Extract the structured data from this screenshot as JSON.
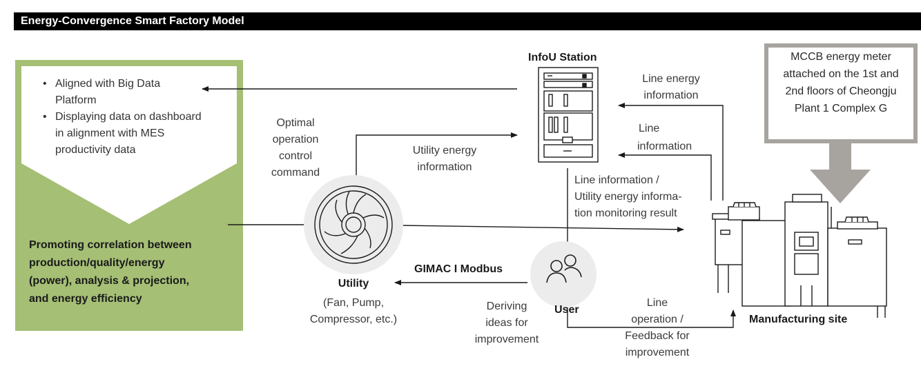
{
  "header": {
    "title": "Energy-Convergence Smart Factory Model"
  },
  "colors": {
    "accent_green": "#a5bf75",
    "frame_gray": "#a7a49f",
    "header_bg": "#000000"
  },
  "left_panel": {
    "bullets": [
      "Aligned with Big Data",
      "Platform",
      "Displaying data on dashboard",
      "in alignment with MES",
      "productivity data"
    ],
    "promo_lines": [
      "Promoting correlation between",
      "production/quality/energy",
      "(power), analysis & projection,",
      "and energy efficiency"
    ]
  },
  "labels": {
    "optimal_control": [
      "Optimal",
      "operation",
      "control",
      "command"
    ],
    "utility_energy": [
      "Utility energy",
      "information"
    ],
    "infou_station": "InfoU Station",
    "line_energy": [
      "Line energy",
      "information"
    ],
    "line_info": [
      "Line",
      "information"
    ],
    "monitoring": [
      "Line information /",
      "Utility energy informa-",
      "tion monitoring result"
    ],
    "meter": [
      "MCCB energy meter",
      "attached on the 1st and",
      "2nd floors of Cheongju",
      "Plant 1 Complex G"
    ],
    "protocol": "GIMAC I Modbus",
    "utility_title": "Utility",
    "utility_sub": [
      "(Fan, Pump,",
      "Compressor, etc.)"
    ],
    "deriving": [
      "Deriving",
      "ideas for",
      "improvement"
    ],
    "user": "User",
    "line_operation": [
      "Line",
      "operation /",
      "Feedback for",
      "improvement"
    ],
    "manufacturing_site": "Manufacturing site"
  },
  "icons": [
    "server-icon",
    "fan-icon",
    "user-group-icon",
    "factory-icon",
    "down-arrow-icon"
  ]
}
